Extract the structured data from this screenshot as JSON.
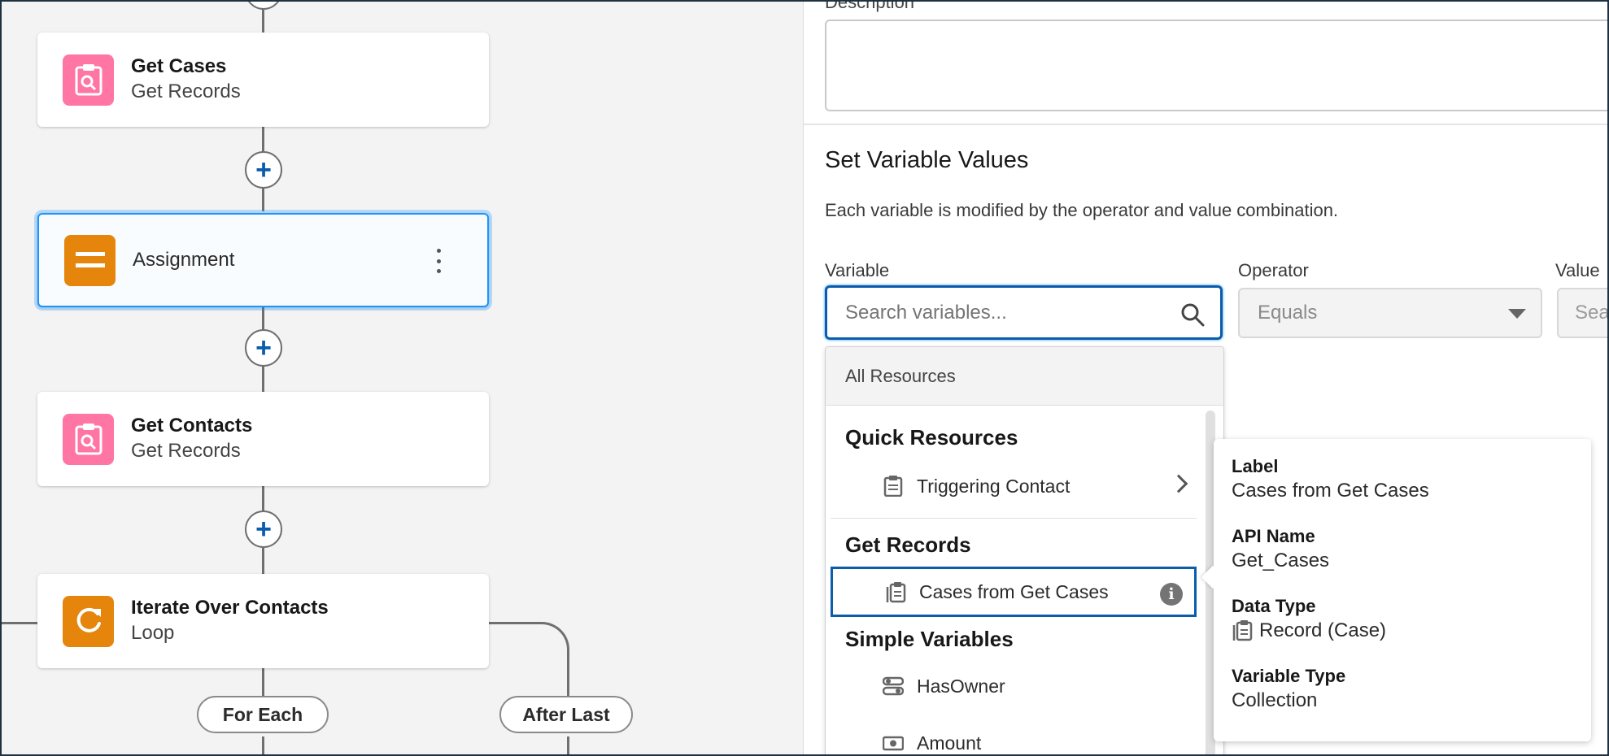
{
  "canvas": {
    "nodes": [
      {
        "title": "Get Cases",
        "subtitle": "Get Records",
        "icon": "get-records-icon"
      },
      {
        "title": "Assignment",
        "icon": "assignment-icon"
      },
      {
        "title": "Get Contacts",
        "subtitle": "Get Records",
        "icon": "get-records-icon"
      },
      {
        "title": "Iterate Over Contacts",
        "subtitle": "Loop",
        "icon": "loop-icon"
      }
    ],
    "branches": {
      "for_each": "For Each",
      "after_last": "After Last"
    }
  },
  "panel": {
    "description_label": "Description",
    "section_title": "Set Variable Values",
    "section_help": "Each variable is modified by the operator and value combination.",
    "variable_label": "Variable",
    "operator_label": "Operator",
    "value_label": "Value",
    "variable_placeholder": "Search variables...",
    "operator_value": "Equals",
    "value_placeholder": "Sea",
    "dropdown": {
      "header": "All Resources",
      "groups": [
        {
          "name": "Quick Resources",
          "items": [
            {
              "label": "Triggering Contact",
              "icon": "record-icon"
            }
          ]
        },
        {
          "name": "Get Records",
          "items": [
            {
              "label": "Cases from Get Cases",
              "icon": "record-collection-icon"
            }
          ]
        },
        {
          "name": "Simple Variables",
          "items": [
            {
              "label": "HasOwner",
              "icon": "toggle-icon"
            },
            {
              "label": "Amount",
              "icon": "currency-icon"
            }
          ]
        }
      ]
    },
    "tooltip": {
      "label_title": "Label",
      "label_value": "Cases from Get Cases",
      "api_title": "API Name",
      "api_value": "Get_Cases",
      "type_title": "Data Type",
      "type_value": "Record (Case)",
      "var_type_title": "Variable Type",
      "var_type_value": "Collection"
    }
  },
  "colors": {
    "accent": "#0b5cab",
    "selection": "#1b96ff",
    "get_records": "#ff5d94",
    "assignment": "#e5850b"
  }
}
